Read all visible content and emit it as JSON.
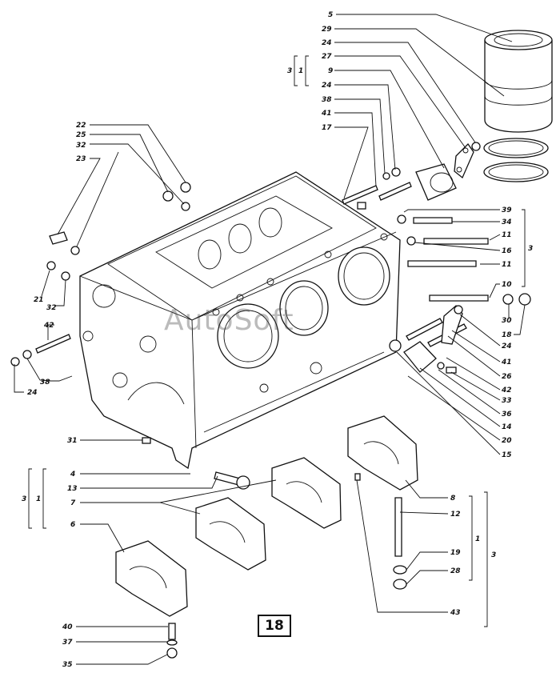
{
  "page_number": "18",
  "watermark": "AutoSoft",
  "callouts_right_top": [
    "5",
    "29",
    "24",
    "27",
    "9",
    "24",
    "38",
    "41",
    "17"
  ],
  "callouts_left_top": [
    "22",
    "25",
    "32",
    "23",
    "21",
    "32",
    "42",
    "38",
    "24"
  ],
  "callouts_mid_right": [
    "39",
    "34",
    "11",
    "16",
    "11",
    "10",
    "30",
    "18",
    "24",
    "41",
    "26",
    "42",
    "33",
    "36",
    "14",
    "20",
    "15"
  ],
  "callouts_lower_left": [
    "31",
    "4",
    "13",
    "7",
    "6"
  ],
  "callouts_lower_right": [
    "8",
    "12",
    "19",
    "28",
    "43"
  ],
  "callouts_bottom": [
    "40",
    "37",
    "35"
  ],
  "group_labels": {
    "g1": "1",
    "g3": "3"
  }
}
